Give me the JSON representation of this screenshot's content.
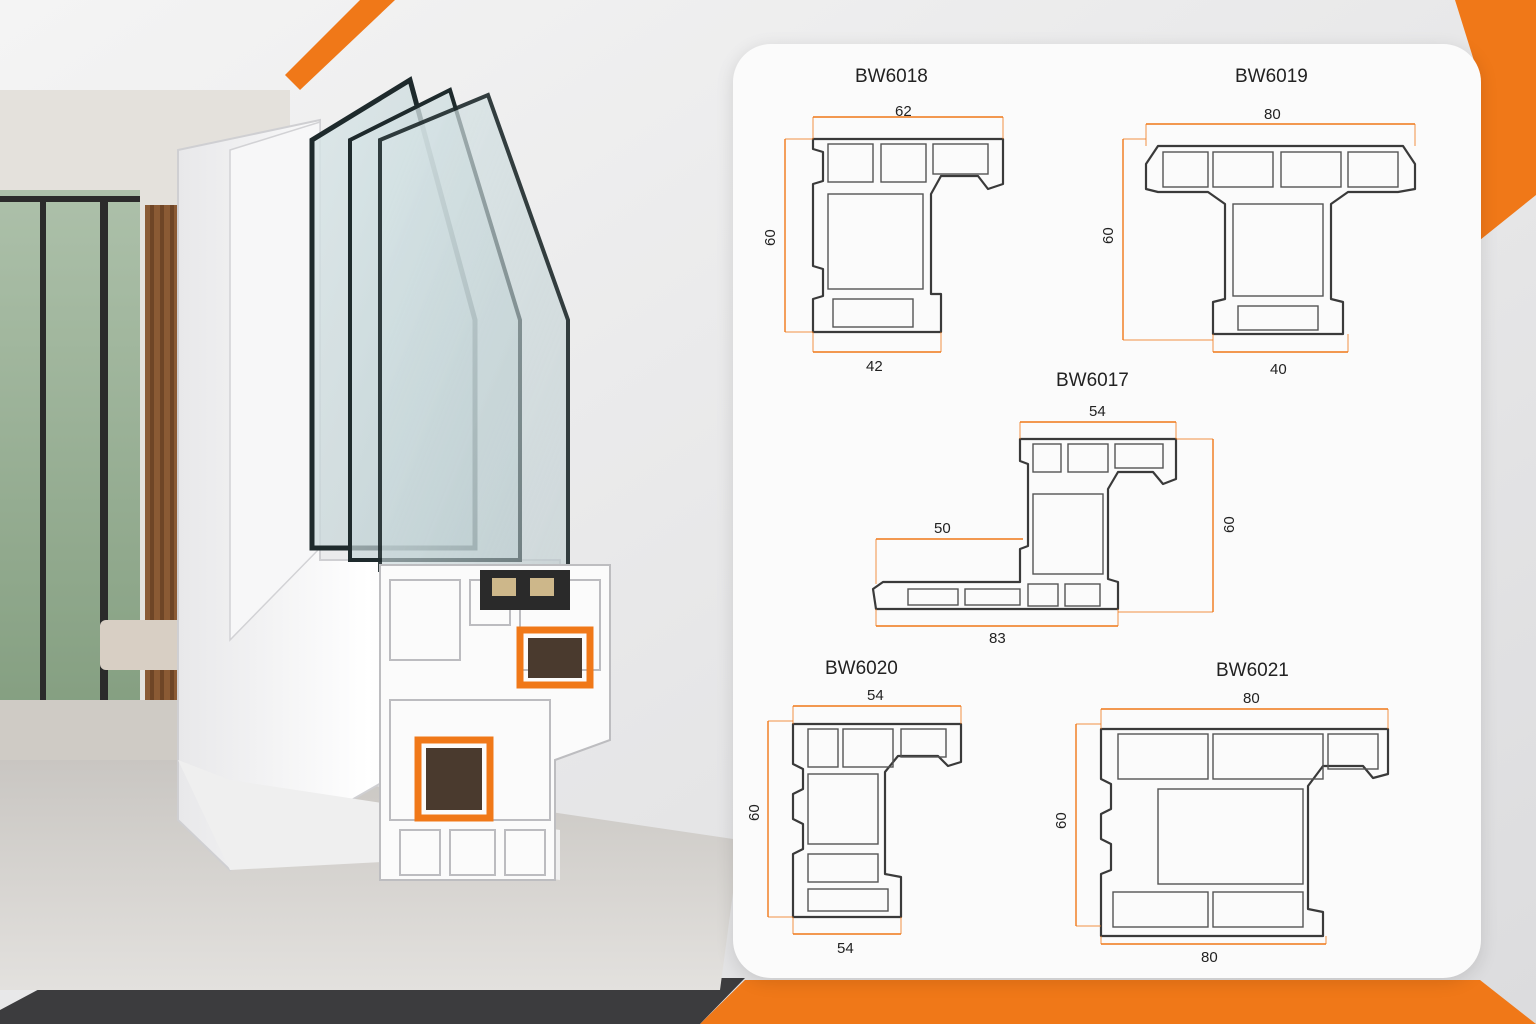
{
  "colors": {
    "accent": "#f07818",
    "dark_band": "#3c3c3e",
    "profile_stroke": "#3a3a3a"
  },
  "profiles": [
    {
      "id": "BW6018",
      "name": "BW6018",
      "dims": {
        "top": "62",
        "height": "60",
        "bottom": "42"
      }
    },
    {
      "id": "BW6019",
      "name": "BW6019",
      "dims": {
        "top": "80",
        "height": "60",
        "bottom": "40"
      }
    },
    {
      "id": "BW6017",
      "name": "BW6017",
      "dims": {
        "top": "54",
        "height": "60",
        "ext": "50",
        "bottom": "83"
      }
    },
    {
      "id": "BW6020",
      "name": "BW6020",
      "dims": {
        "top": "54",
        "height": "60",
        "bottom": "54"
      }
    },
    {
      "id": "BW6021",
      "name": "BW6021",
      "dims": {
        "top": "80",
        "height": "60",
        "bottom": "80"
      }
    }
  ]
}
